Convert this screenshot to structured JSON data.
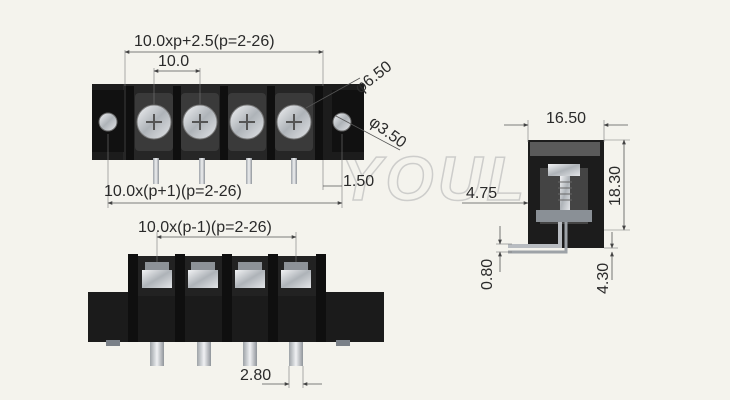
{
  "diagram": {
    "top_view": {
      "dim_total_width": "10.0xp+2.5(p=2-26)",
      "dim_pitch": "10.0",
      "dim_hole_large": "φ6.50",
      "dim_hole_small": "φ3.50",
      "dim_row_width": "10.0x(p+1)(p=2-26)",
      "dim_offset": "1.50"
    },
    "bottom_view": {
      "dim_pin_span": "10.0x(p-1)(p=2-26)",
      "dim_pin_width": "2.80"
    },
    "side_view": {
      "dim_depth": "16.50",
      "dim_pin_offset": "4.75",
      "dim_height": "18.30",
      "dim_pin_thickness": "0.80",
      "dim_pin_length": "4.30"
    },
    "watermark": "YOULE"
  },
  "colors": {
    "background": "#f4f3ed",
    "body": "#1c1c1c",
    "metal": "#c9ccd0",
    "text": "#2a2a2a"
  }
}
